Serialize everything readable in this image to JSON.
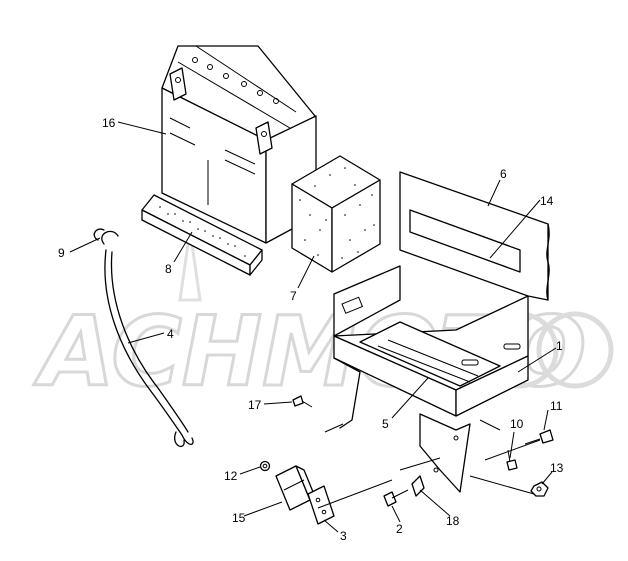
{
  "watermark": {
    "text": "ACHMOTO"
  },
  "callouts": [
    {
      "id": "c16",
      "label": "16"
    },
    {
      "id": "c9",
      "label": "9"
    },
    {
      "id": "c8",
      "label": "8"
    },
    {
      "id": "c7",
      "label": "7"
    },
    {
      "id": "c4",
      "label": "4"
    },
    {
      "id": "c6",
      "label": "6"
    },
    {
      "id": "c14",
      "label": "14"
    },
    {
      "id": "c1",
      "label": "1"
    },
    {
      "id": "c17",
      "label": "17"
    },
    {
      "id": "c5",
      "label": "5"
    },
    {
      "id": "c11",
      "label": "11"
    },
    {
      "id": "c10",
      "label": "10"
    },
    {
      "id": "c13",
      "label": "13"
    },
    {
      "id": "c12",
      "label": "12"
    },
    {
      "id": "c15",
      "label": "15"
    },
    {
      "id": "c3",
      "label": "3"
    },
    {
      "id": "c2",
      "label": "2"
    },
    {
      "id": "c18",
      "label": "18"
    }
  ]
}
